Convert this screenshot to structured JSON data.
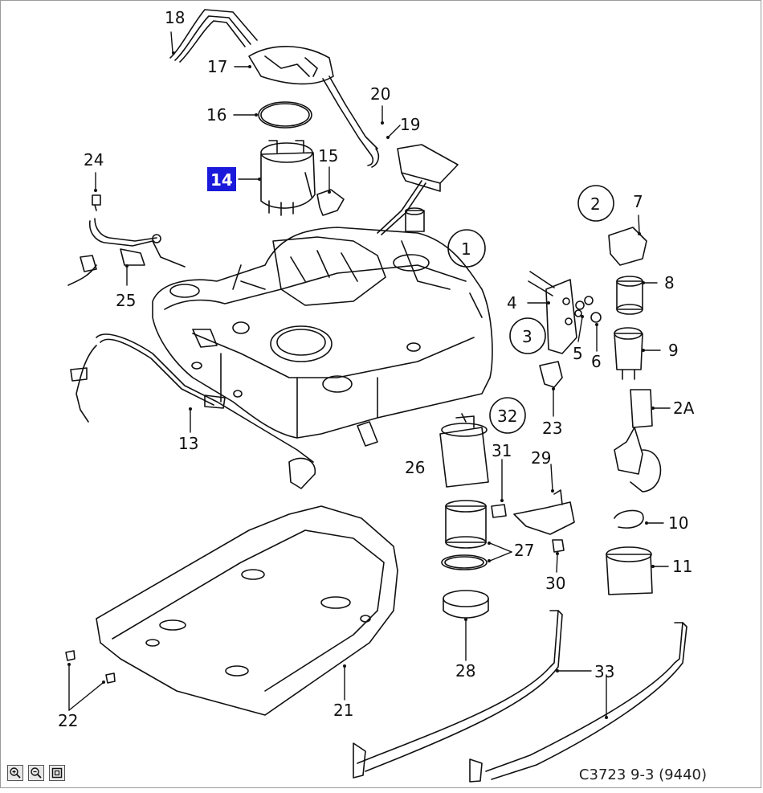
{
  "diagram": {
    "callouts": {
      "c1": "1",
      "c2": "2",
      "c3": "3",
      "c4": "4",
      "c5": "5",
      "c6": "6",
      "c7": "7",
      "c8": "8",
      "c9": "9",
      "c10": "10",
      "c11": "11",
      "c13": "13",
      "c14": "14",
      "c15": "15",
      "c16": "16",
      "c17": "17",
      "c18": "18",
      "c19": "19",
      "c20": "20",
      "c21": "21",
      "c22": "22",
      "c23": "23",
      "c24": "24",
      "c25": "25",
      "c26": "26",
      "c27": "27",
      "c28": "28",
      "c29": "29",
      "c30": "30",
      "c31": "31",
      "c32": "32",
      "c33": "33",
      "c2A": "2A"
    },
    "highlight_color": "#1a1adb",
    "figure_id": "C3723 9-3 (9440)"
  },
  "toolbar": {
    "zoom_in": "zoom-in-icon",
    "zoom_out": "zoom-out-icon",
    "fit": "fit-to-window-icon"
  }
}
